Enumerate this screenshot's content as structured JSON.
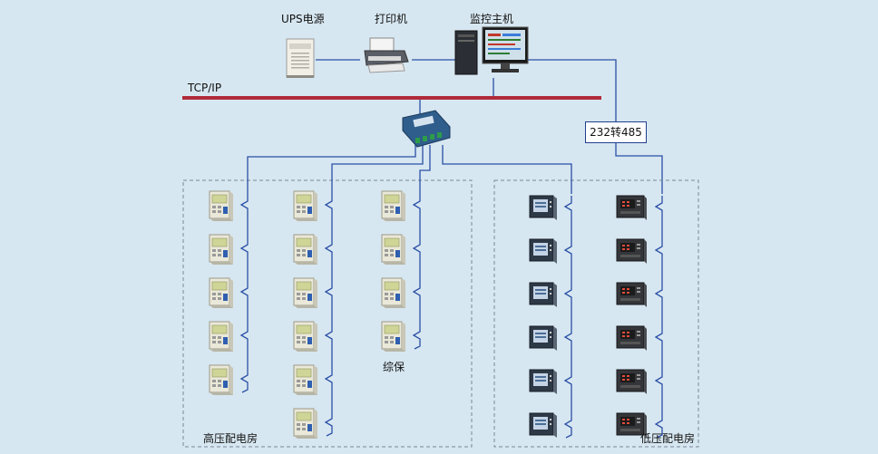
{
  "top_devices": {
    "ups": {
      "label": "UPS电源",
      "icon": "ups-icon"
    },
    "printer": {
      "label": "打印机",
      "icon": "printer-icon"
    },
    "monitor_host": {
      "label": "监控主机",
      "icon": "computer-icon"
    }
  },
  "network": {
    "label": "TCP/IP",
    "bus_color": "#b02a3a"
  },
  "converter": {
    "label": "232转485"
  },
  "gateway": {
    "icon": "gateway-icon"
  },
  "zones": {
    "high_voltage": {
      "label": "高压配电房",
      "device_label": "综保",
      "columns": [
        5,
        6,
        4
      ]
    },
    "low_voltage": {
      "label": "低压配电房",
      "columns": [
        6,
        6
      ]
    }
  },
  "colors": {
    "line": "#2a4fa6",
    "zone_border": "#7a8796",
    "background": "#d7e7f1"
  }
}
